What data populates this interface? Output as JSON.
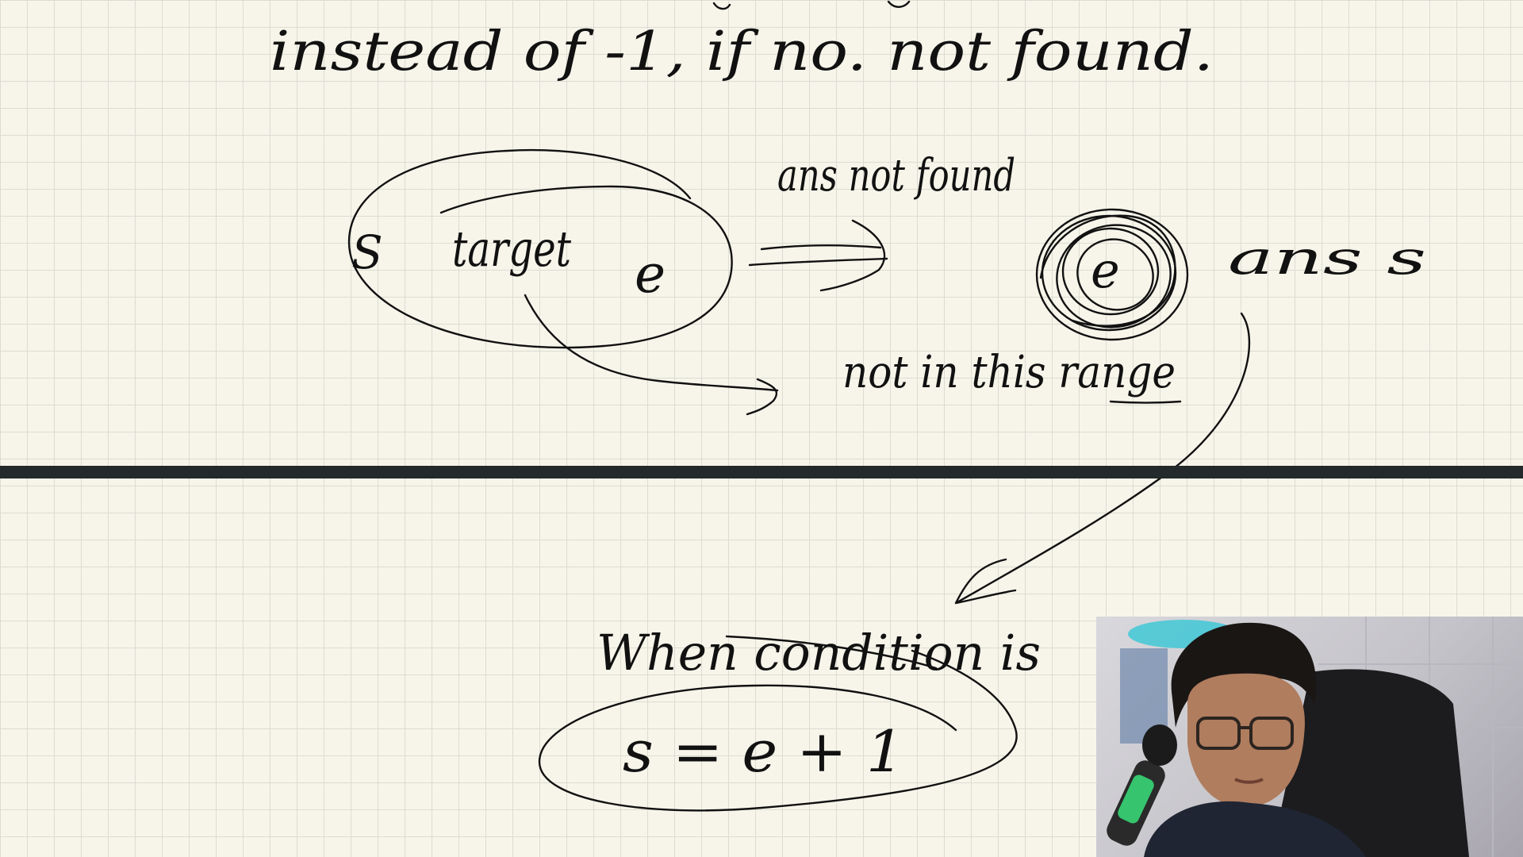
{
  "notes": {
    "line1": "instead of -1, if no. not found.",
    "ans_not_found": "ans not found",
    "range_s": "S",
    "range_target": "target",
    "range_e": "e",
    "e_circled": "e",
    "ans_s": "ans s",
    "not_in_range": "not in this range",
    "when_condition": "When condition is",
    "formula": "s = e + 1"
  },
  "colors": {
    "paper": "#f7f5ea",
    "grid": "#dcdcd2",
    "ink": "#111111",
    "divider": "#24292b"
  },
  "icons": {
    "microphone": "microphone-icon"
  }
}
